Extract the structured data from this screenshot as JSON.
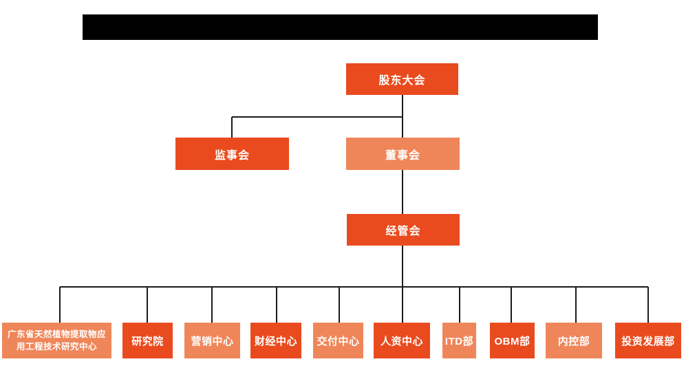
{
  "header": {
    "redacted_title_bar": true
  },
  "colors": {
    "node_primary": "#E94B1E",
    "node_secondary": "#EF8659",
    "connector_line": "#1A1A1A",
    "node_text": "#FFFFFF",
    "redacted_bar": "#000000",
    "background": "#FFFFFF"
  },
  "org_chart": {
    "type": "organization-chart",
    "level1": {
      "label": "股东大会"
    },
    "level2": [
      {
        "label": "监事会",
        "tone": "primary"
      },
      {
        "label": "董事会",
        "tone": "secondary"
      }
    ],
    "level3": {
      "label": "经管会"
    },
    "departments": [
      {
        "label": "广东省天然植物提取物应用工程技术研究中心",
        "tone": "secondary"
      },
      {
        "label": "研究院",
        "tone": "primary"
      },
      {
        "label": "营销中心",
        "tone": "secondary"
      },
      {
        "label": "财经中心",
        "tone": "primary"
      },
      {
        "label": "交付中心",
        "tone": "secondary"
      },
      {
        "label": "人资中心",
        "tone": "primary"
      },
      {
        "label": "ITD部",
        "tone": "secondary"
      },
      {
        "label": "OBM部",
        "tone": "primary"
      },
      {
        "label": "内控部",
        "tone": "secondary"
      },
      {
        "label": "投资发展部",
        "tone": "primary"
      }
    ]
  }
}
